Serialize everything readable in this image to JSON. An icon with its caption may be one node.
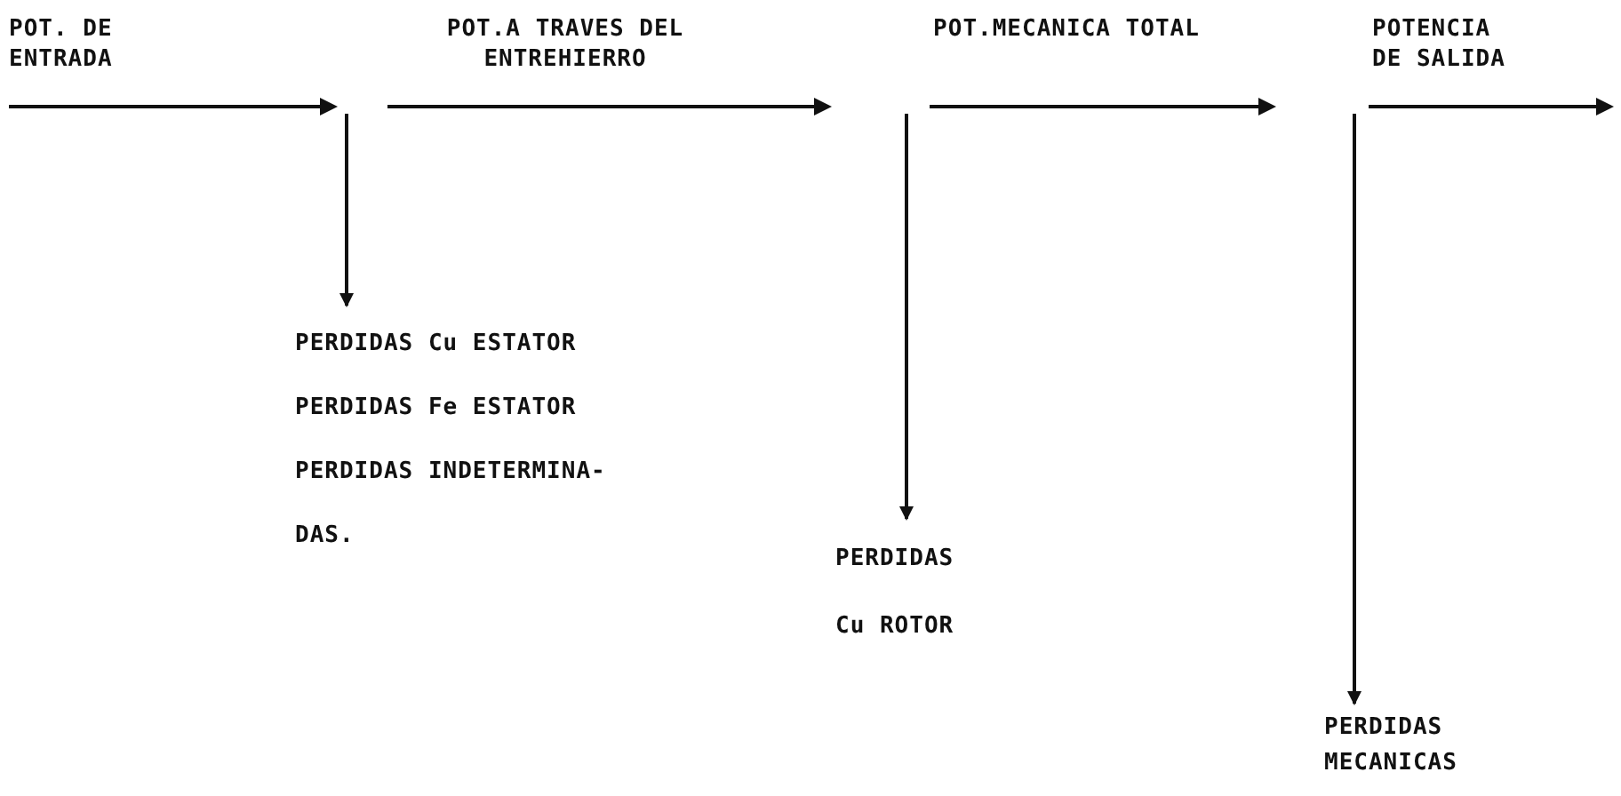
{
  "diagram": {
    "nodes": [
      {
        "text": [
          "PERDIDAS Cu ESTATOR",
          "PERDIDAS Fe ESTATOR",
          "PERDIDAS INDETERMINA- DAS."
        ]
      },
      {
        "text": [
          "PERDIDAS Cu ROTOR"
        ]
      },
      {
        "text": [
          "PERDIDAS MECANICAS"
        ]
      }
    ],
    "edges": [
      {
        "from": null,
        "to": 0,
        "arrow": "to"
      },
      {
        "from": null,
        "to": 1,
        "arrow": "to"
      },
      {
        "from": null,
        "to": 2,
        "arrow": "to"
      }
    ],
    "labels": [
      "POT. DE ENTRADA",
      "POT.A TRAVES DEL ENTREHIERRO",
      "POT.MECANICA TOTAL",
      "POTENCIA DE SALIDA"
    ]
  }
}
